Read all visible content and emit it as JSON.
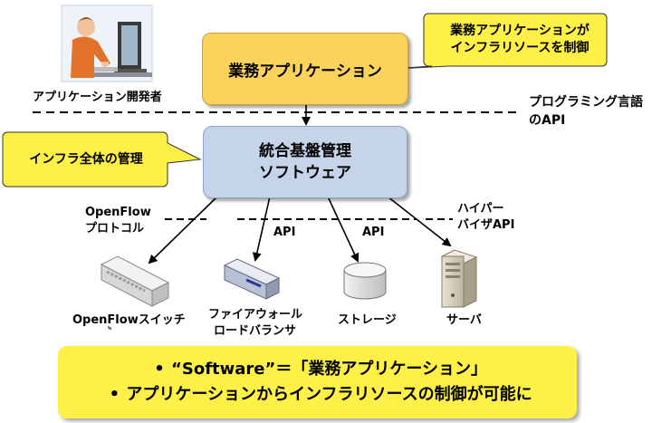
{
  "developer_label": "アプリケーション開発者",
  "app_box_label": "業務アプリケーション",
  "callout_top_right": [
    "業務アプリケーションが",
    "インフラリソースを制御"
  ],
  "programming_api_label": [
    "プログラミング言語",
    "のAPI"
  ],
  "callout_left": "インフラ全体の管理",
  "mgmt_box_label": [
    "統合基盤管理",
    "ソフトウェア"
  ],
  "openflow_protocol_label": [
    "OpenFlow",
    "プロトコル"
  ],
  "api_label_1": "API",
  "api_label_2": "API",
  "hypervisor_api_label": [
    "ハイパー",
    "バイザAPI"
  ],
  "devices": [
    {
      "label": [
        "OpenFlowスイッチ"
      ]
    },
    {
      "label": [
        "ファイアウォール",
        "ロードバランサ"
      ]
    },
    {
      "label": [
        "ストレージ"
      ]
    },
    {
      "label": [
        "サーバ"
      ]
    }
  ],
  "summary": [
    "“Software”＝「業務アプリケーション」",
    "アプリケーションからインフラリソースの制御が可能に"
  ],
  "bullet": "•",
  "colors": {
    "app_box": "#fbd25a",
    "mgmt_box": "#c6d4ea",
    "callout": "#fef046",
    "summary": "#fef046"
  }
}
